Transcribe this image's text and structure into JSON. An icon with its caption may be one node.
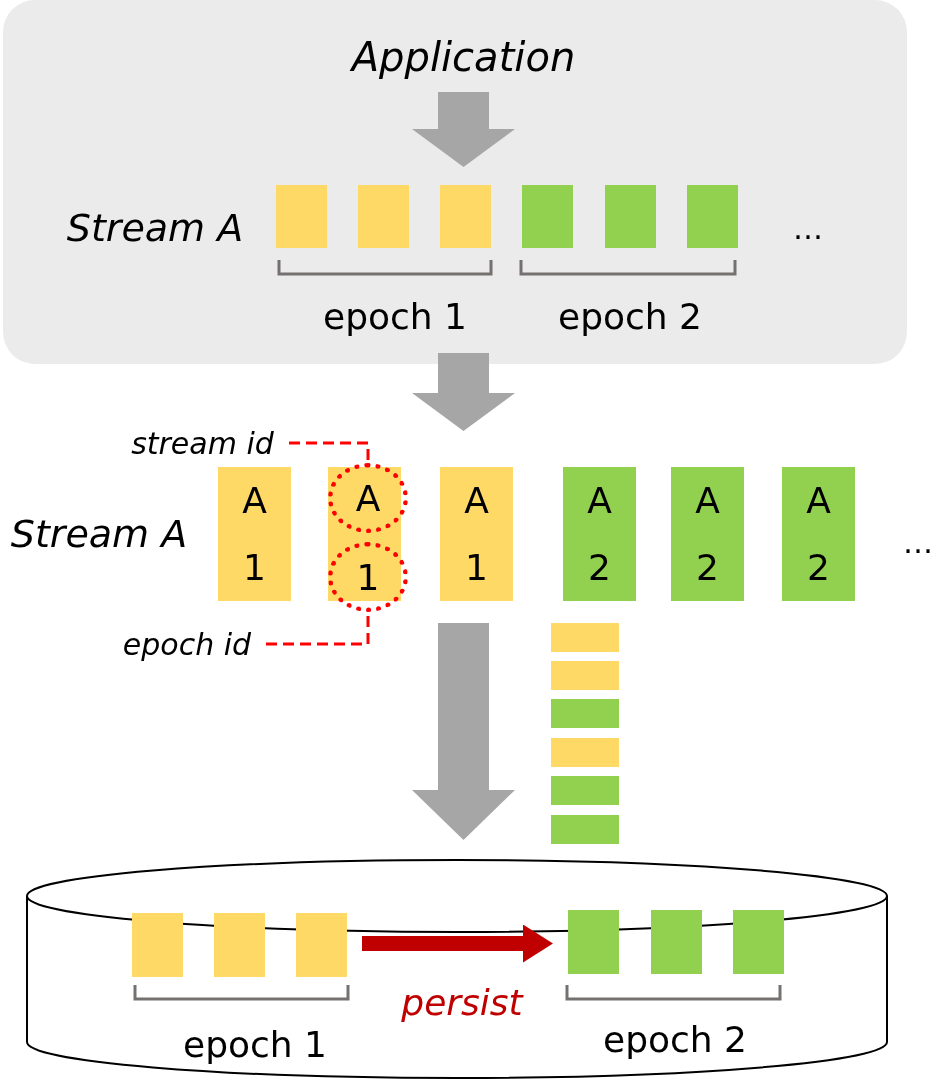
{
  "diagram": {
    "nodes": [
      {
        "text": [],
        "shape": "box"
      },
      {
        "text": [
          "Application"
        ],
        "in": 0
      },
      {
        "text": [],
        "shape": "box",
        "in": 0
      },
      {
        "text": [],
        "shape": "box",
        "in": 0
      },
      {
        "text": [],
        "shape": "box",
        "in": 0
      },
      {
        "text": [],
        "shape": "box",
        "in": 0
      },
      {
        "text": [],
        "shape": "box",
        "in": 0
      },
      {
        "text": [],
        "shape": "box",
        "in": 0
      },
      {
        "text": [
          "stream id"
        ]
      },
      {
        "text": [
          "A",
          "1"
        ]
      },
      {
        "text": [],
        "shape": "box"
      },
      {
        "text": [
          "A",
          "1"
        ]
      },
      {
        "text": [
          "A",
          "2"
        ]
      },
      {
        "text": [
          "A",
          "2"
        ]
      },
      {
        "text": [
          "A",
          "2"
        ]
      },
      {
        "text": [
          "A"
        ]
      },
      {
        "text": [
          "1"
        ]
      },
      {
        "text": [
          "epoch id"
        ]
      },
      {
        "text": [],
        "shape": "bar"
      },
      {
        "text": [],
        "shape": "bar"
      },
      {
        "text": [],
        "shape": "bar"
      },
      {
        "text": [],
        "shape": "bar"
      },
      {
        "text": [],
        "shape": "bar"
      },
      {
        "text": [],
        "shape": "bar"
      },
      {
        "text": [],
        "shape": "cylinder"
      },
      {
        "text": [],
        "shape": "box",
        "in": 24
      },
      {
        "text": [],
        "shape": "box",
        "in": 24
      },
      {
        "text": [],
        "shape": "box",
        "in": 24
      },
      {
        "text": [],
        "shape": "box",
        "in": 24
      },
      {
        "text": [],
        "shape": "box",
        "in": 24
      },
      {
        "text": [],
        "shape": "box",
        "in": 24
      }
    ],
    "edges": [
      {
        "from": 1,
        "to": 4,
        "arrow": "to",
        "style": "thick"
      },
      {
        "from": 0,
        "to": 11,
        "arrow": "to",
        "style": "thick"
      },
      {
        "from": 11,
        "to": 24,
        "arrow": "to",
        "style": "thick"
      },
      {
        "from": 8,
        "to": 15,
        "arrow": "none",
        "style": "dashed",
        "color": "#ff0000"
      },
      {
        "from": 17,
        "to": 16,
        "arrow": "none",
        "style": "dashed",
        "color": "#ff0000"
      },
      {
        "from": 27,
        "to": 28,
        "arrow": "to",
        "label": "persist",
        "color": "#c00000"
      }
    ],
    "labels": [
      "Stream A",
      "…",
      "epoch 1",
      "epoch 2",
      "Stream A",
      "…",
      "epoch 1",
      "epoch 2"
    ]
  }
}
